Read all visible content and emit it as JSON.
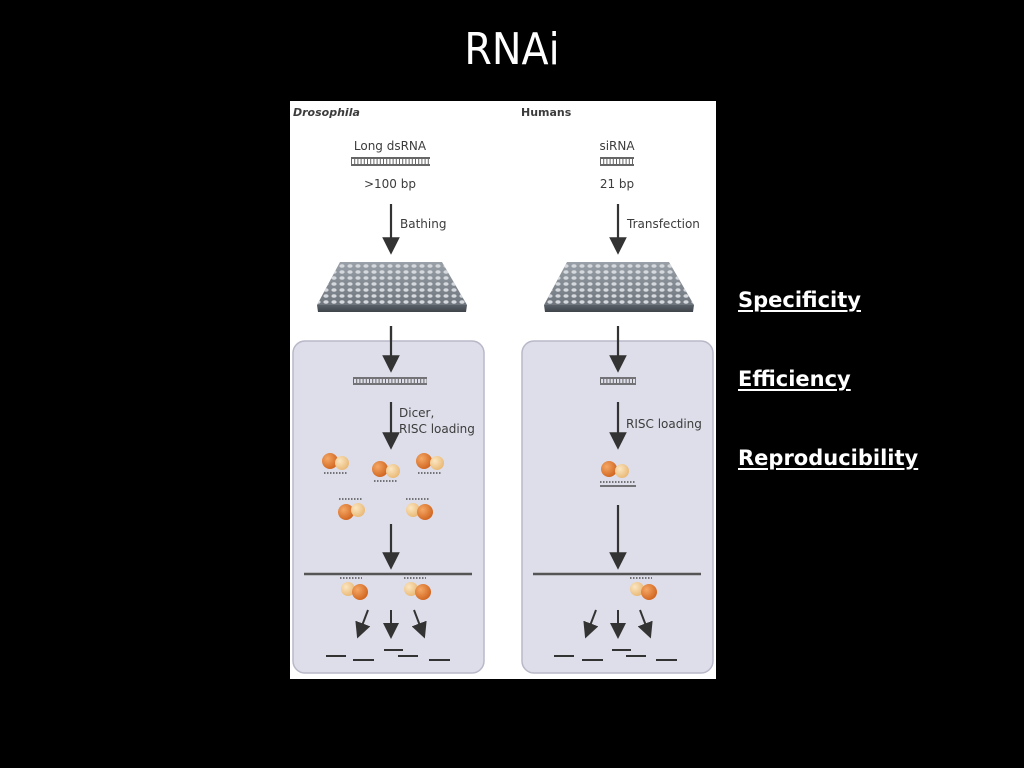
{
  "slide": {
    "title": "RNAi"
  },
  "figure": {
    "left_header": "Drosophila",
    "right_header": "Humans",
    "left": {
      "rna_label": "Long dsRNA",
      "length_label": ">100 bp",
      "step1_label": "Bathing",
      "step2_line1": "Dicer,",
      "step2_line2": "RISC loading"
    },
    "right": {
      "rna_label": "siRNA",
      "length_label": "21 bp",
      "step1_label": "Transfection",
      "step2_label": "RISC loading"
    }
  },
  "links": [
    "Specificity",
    "Efficiency",
    "Reproducibility"
  ],
  "colors": {
    "background": "#000000",
    "text": "#ffffff",
    "cell_fill": "#dedeea",
    "protein_orange": "#e07a2e",
    "protein_yellow": "#f2c88a"
  }
}
